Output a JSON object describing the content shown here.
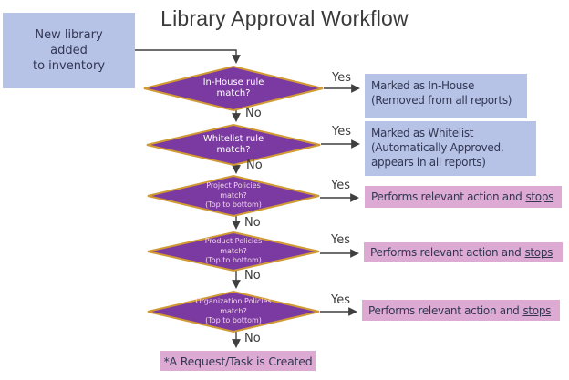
{
  "title": "Library Approval Workflow",
  "colors": {
    "diamond_fill": "#7b3aa2",
    "diamond_border": "#d19a33",
    "blue_box_fill": "#b6c2e6",
    "pink_box_fill": "#dcaad2",
    "dark_text": "#323753",
    "line_color": "#3f3f3f",
    "diamond_text": "#ffffff",
    "policy_diamond_text": "#f1d4ea"
  },
  "start_box": {
    "lines": [
      "New library",
      "added",
      "to inventory"
    ]
  },
  "labels": {
    "yes": "Yes",
    "no": "No"
  },
  "diamonds": [
    {
      "id": "in-house-rule",
      "lines": [
        "In-House rule",
        "match?"
      ]
    },
    {
      "id": "whitelist-rule",
      "lines": [
        "Whitelist rule",
        "match?"
      ]
    },
    {
      "id": "project-policies",
      "lines": [
        "Project Policies",
        "match?",
        "(Top to bottom)"
      ]
    },
    {
      "id": "product-policies",
      "lines": [
        "Product Policies",
        "match?",
        "(Top to bottom)"
      ]
    },
    {
      "id": "organization-policies",
      "lines": [
        "Organization Policies",
        "match?",
        "(Top to bottom)"
      ]
    }
  ],
  "outcomes": {
    "in_house": {
      "lines": [
        "Marked as In-House",
        "(Removed from all reports)"
      ]
    },
    "whitelist": {
      "lines": [
        "Marked as Whitelist",
        "(Automatically Approved,",
        "appears in all reports)"
      ]
    },
    "policy_action": {
      "text": "Performs relevant action and",
      "emphasis": "stops"
    }
  },
  "end_box": {
    "text": "*A Request/Task is Created"
  }
}
